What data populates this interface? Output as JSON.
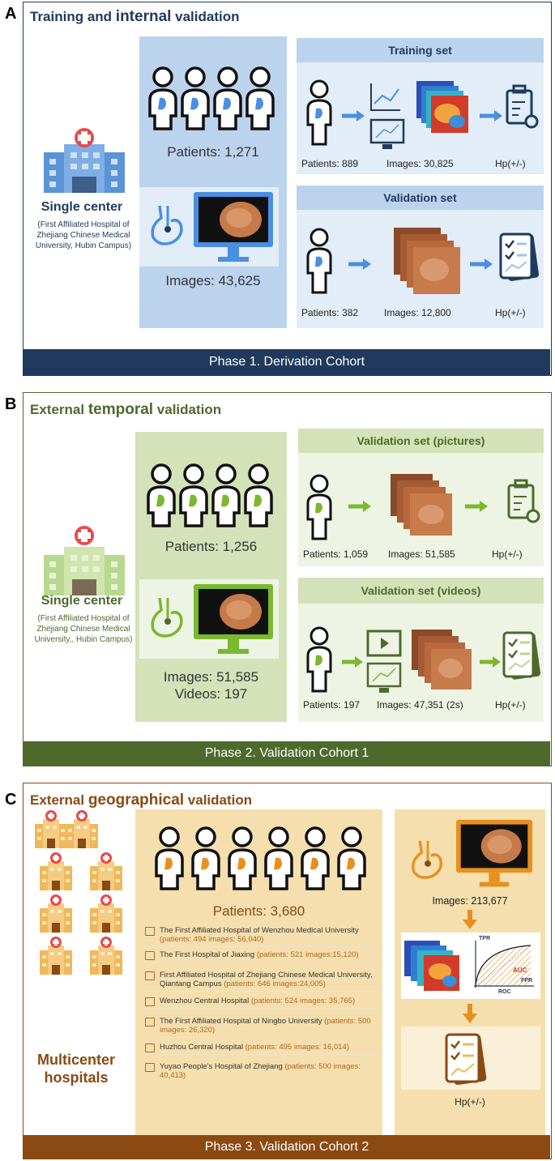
{
  "panelA": {
    "letter": "A",
    "title_pre": "Training and ",
    "title_em": "internal",
    "title_post": " validation",
    "center_title": "Single center",
    "center_sub": "(First Affiliated Hospital of Zhejiang Chinese Medical University, Hubin Campus)",
    "patients": "Patients: 1,271",
    "images": "Images: 43,625",
    "training_header": "Training  set",
    "training_patients": "Patients: 889",
    "training_images": "Images: 30,825",
    "training_hp": "Hp(+/-)",
    "validation_header": "Validation  set",
    "validation_patients": "Patients: 382",
    "validation_images": "Images: 12,800",
    "validation_hp": "Hp(+/-)",
    "footer": "Phase 1. Derivation Cohort",
    "colors": {
      "dark": "#1f3a5c",
      "box": "#bcd3ee",
      "light": "#e2edf8",
      "accent": "#4a8fe0"
    }
  },
  "panelB": {
    "letter": "B",
    "title_pre": "External ",
    "title_em": "temporal",
    "title_post": " validation",
    "center_title": "Single center",
    "center_sub": "(First Affiliated Hospital of Zhejiang Chinese Medical University,, Hubin Campus)",
    "patients": "Patients: 1,256",
    "images": "Images: 51,585",
    "videos": "Videos: 197",
    "pictures_header": "Validation  set (pictures)",
    "pictures_patients": "Patients: 1,059",
    "pictures_images": "Images: 51,585",
    "pictures_hp": "Hp(+/-)",
    "videos_header": "Validation  set (videos)",
    "videos_patients": "Patients: 197",
    "videos_images": "Images: 47,351 (2s)",
    "videos_hp": "Hp(+/-)",
    "footer": "Phase 2. Validation Cohort 1",
    "colors": {
      "dark": "#4d6a2c",
      "box": "#d3e2b8",
      "light": "#eef4e4",
      "accent": "#7ab82e"
    }
  },
  "panelC": {
    "letter": "C",
    "title_pre": "External ",
    "title_em": "geographical",
    "title_post": " validation",
    "center_title": "Multicenter hospitals",
    "patients": "Patients: 3,680",
    "hospitals": [
      {
        "name": "The First Affiliated Hospital of Wenzhou Medical University",
        "stats": "(patients: 494   images: 56,040)"
      },
      {
        "name": "The First Hospital of Jiaxing",
        "stats": "(patients: 521   images:15,120)"
      },
      {
        "name": "First Affiliated Hospital of Zhejiang Chinese Medical University, Qiantang Campus",
        "stats": "(patients: 646   images:24,005)"
      },
      {
        "name": "Wenzhou Central Hospital",
        "stats": "(patients: 524   images: 35,765)"
      },
      {
        "name": "The First Affiliated Hospital of Ningbo University",
        "stats": "(patients: 500   images: 26,320)"
      },
      {
        "name": "Huzhou Central Hospital",
        "stats": "(patients: 495   images: 16,014)"
      },
      {
        "name": "Yuyao People's Hospital of Zhejiang",
        "stats": "(patients: 500   images: 40,413)"
      }
    ],
    "images": "Images: 213,677",
    "roc_tpr": "TPR",
    "roc_fpr": "FPR",
    "roc_auc": "AUC",
    "roc_label": "ROC",
    "hp": "Hp(+/-)",
    "footer": "Phase 3. Validation Cohort 2",
    "colors": {
      "dark": "#8a4a12",
      "box": "#f5dfae",
      "light": "#faf0d8",
      "accent": "#e8901e"
    }
  }
}
